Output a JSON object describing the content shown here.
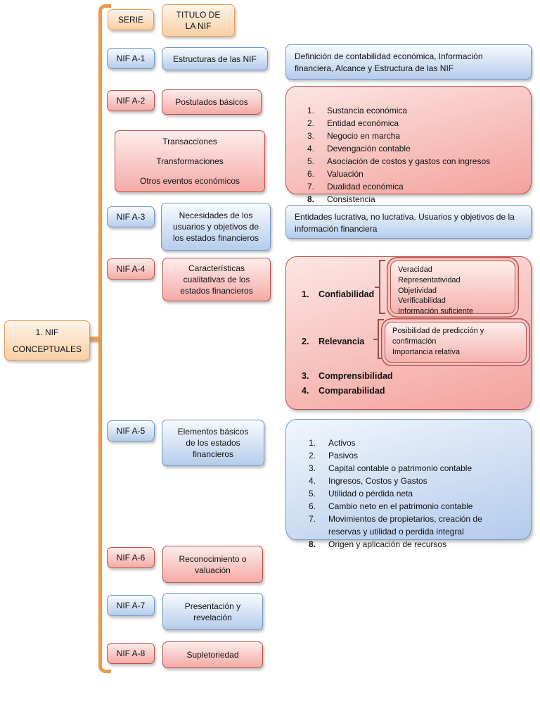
{
  "colors": {
    "accent_orange": "#ED9A4E",
    "peach_fill": "#FACFA4",
    "peach_border": "#E99C55",
    "blue_fill": "#B5CCEC",
    "blue_border": "#7297C9",
    "pink_fill": "#F5AAA6",
    "pink_border": "#BD4F4C",
    "brace_color": "#9C4B49"
  },
  "root": {
    "label": "1. NIF\nCONCEPTUALES"
  },
  "headers": {
    "serie": "SERIE",
    "titulo": "TITULO DE\nLA NIF"
  },
  "a1": {
    "code": "NIF A-1",
    "title": "Estructuras de las NIF",
    "detail": "Definición de contabilidad económica, Información\nfinanciera, Alcance y Estructura de las NIF"
  },
  "a2": {
    "code": "NIF A-2",
    "title": "Postulados básicos",
    "events": "Transacciones\nTransformaciones\nOtros eventos económicos",
    "postulados": [
      "Sustancia económica",
      "Entidad económica",
      "Negocio en marcha",
      "Devengación contable",
      "Asociación de costos y gastos con ingresos",
      "Valuación",
      "Dualidad económica",
      "Consistencia"
    ]
  },
  "a3": {
    "code": "NIF A-3",
    "title": "Necesidades de los\nusuarios y objetivos de\nlos estados financieros",
    "detail": "Entidades lucrativa, no lucrativa. Usuarios y objetivos de la\ninformación financiera"
  },
  "a4": {
    "code": "NIF A-4",
    "title": "Características\ncualitativas de los\nestados financieros",
    "items": [
      {
        "num": "1.",
        "label": "Confiabilidad",
        "sub": "Veracidad\nRepresentatividad\nObjetividad\nVerificabilidad\nInformación suficiente"
      },
      {
        "num": "2.",
        "label": "Relevancia",
        "sub": "Posibilidad de predicción y\nconfirmación\nImportancia relativa"
      },
      {
        "num": "3.",
        "label": "Comprensibilidad"
      },
      {
        "num": "4.",
        "label": "Comparabilidad"
      }
    ]
  },
  "a5": {
    "code": "NIF A-5",
    "title": "Elementos básicos\nde los estados\nfinancieros",
    "elementos": [
      "Activos",
      "Pasivos",
      "Capital contable o patrimonio contable",
      "Ingresos, Costos y Gastos",
      "Utilidad o pérdida neta",
      "Cambio neto en el patrimonio contable",
      "Movimientos de propietarios, creación de\nreservas y utilidad o perdida integral",
      "Origen y aplicación de recursos"
    ]
  },
  "a6": {
    "code": "NIF A-6",
    "title": "Reconocimiento o\nvaluación"
  },
  "a7": {
    "code": "NIF A-7",
    "title": "Presentación y\nrevelación"
  },
  "a8": {
    "code": "NIF A-8",
    "title": "Supletoriedad"
  }
}
